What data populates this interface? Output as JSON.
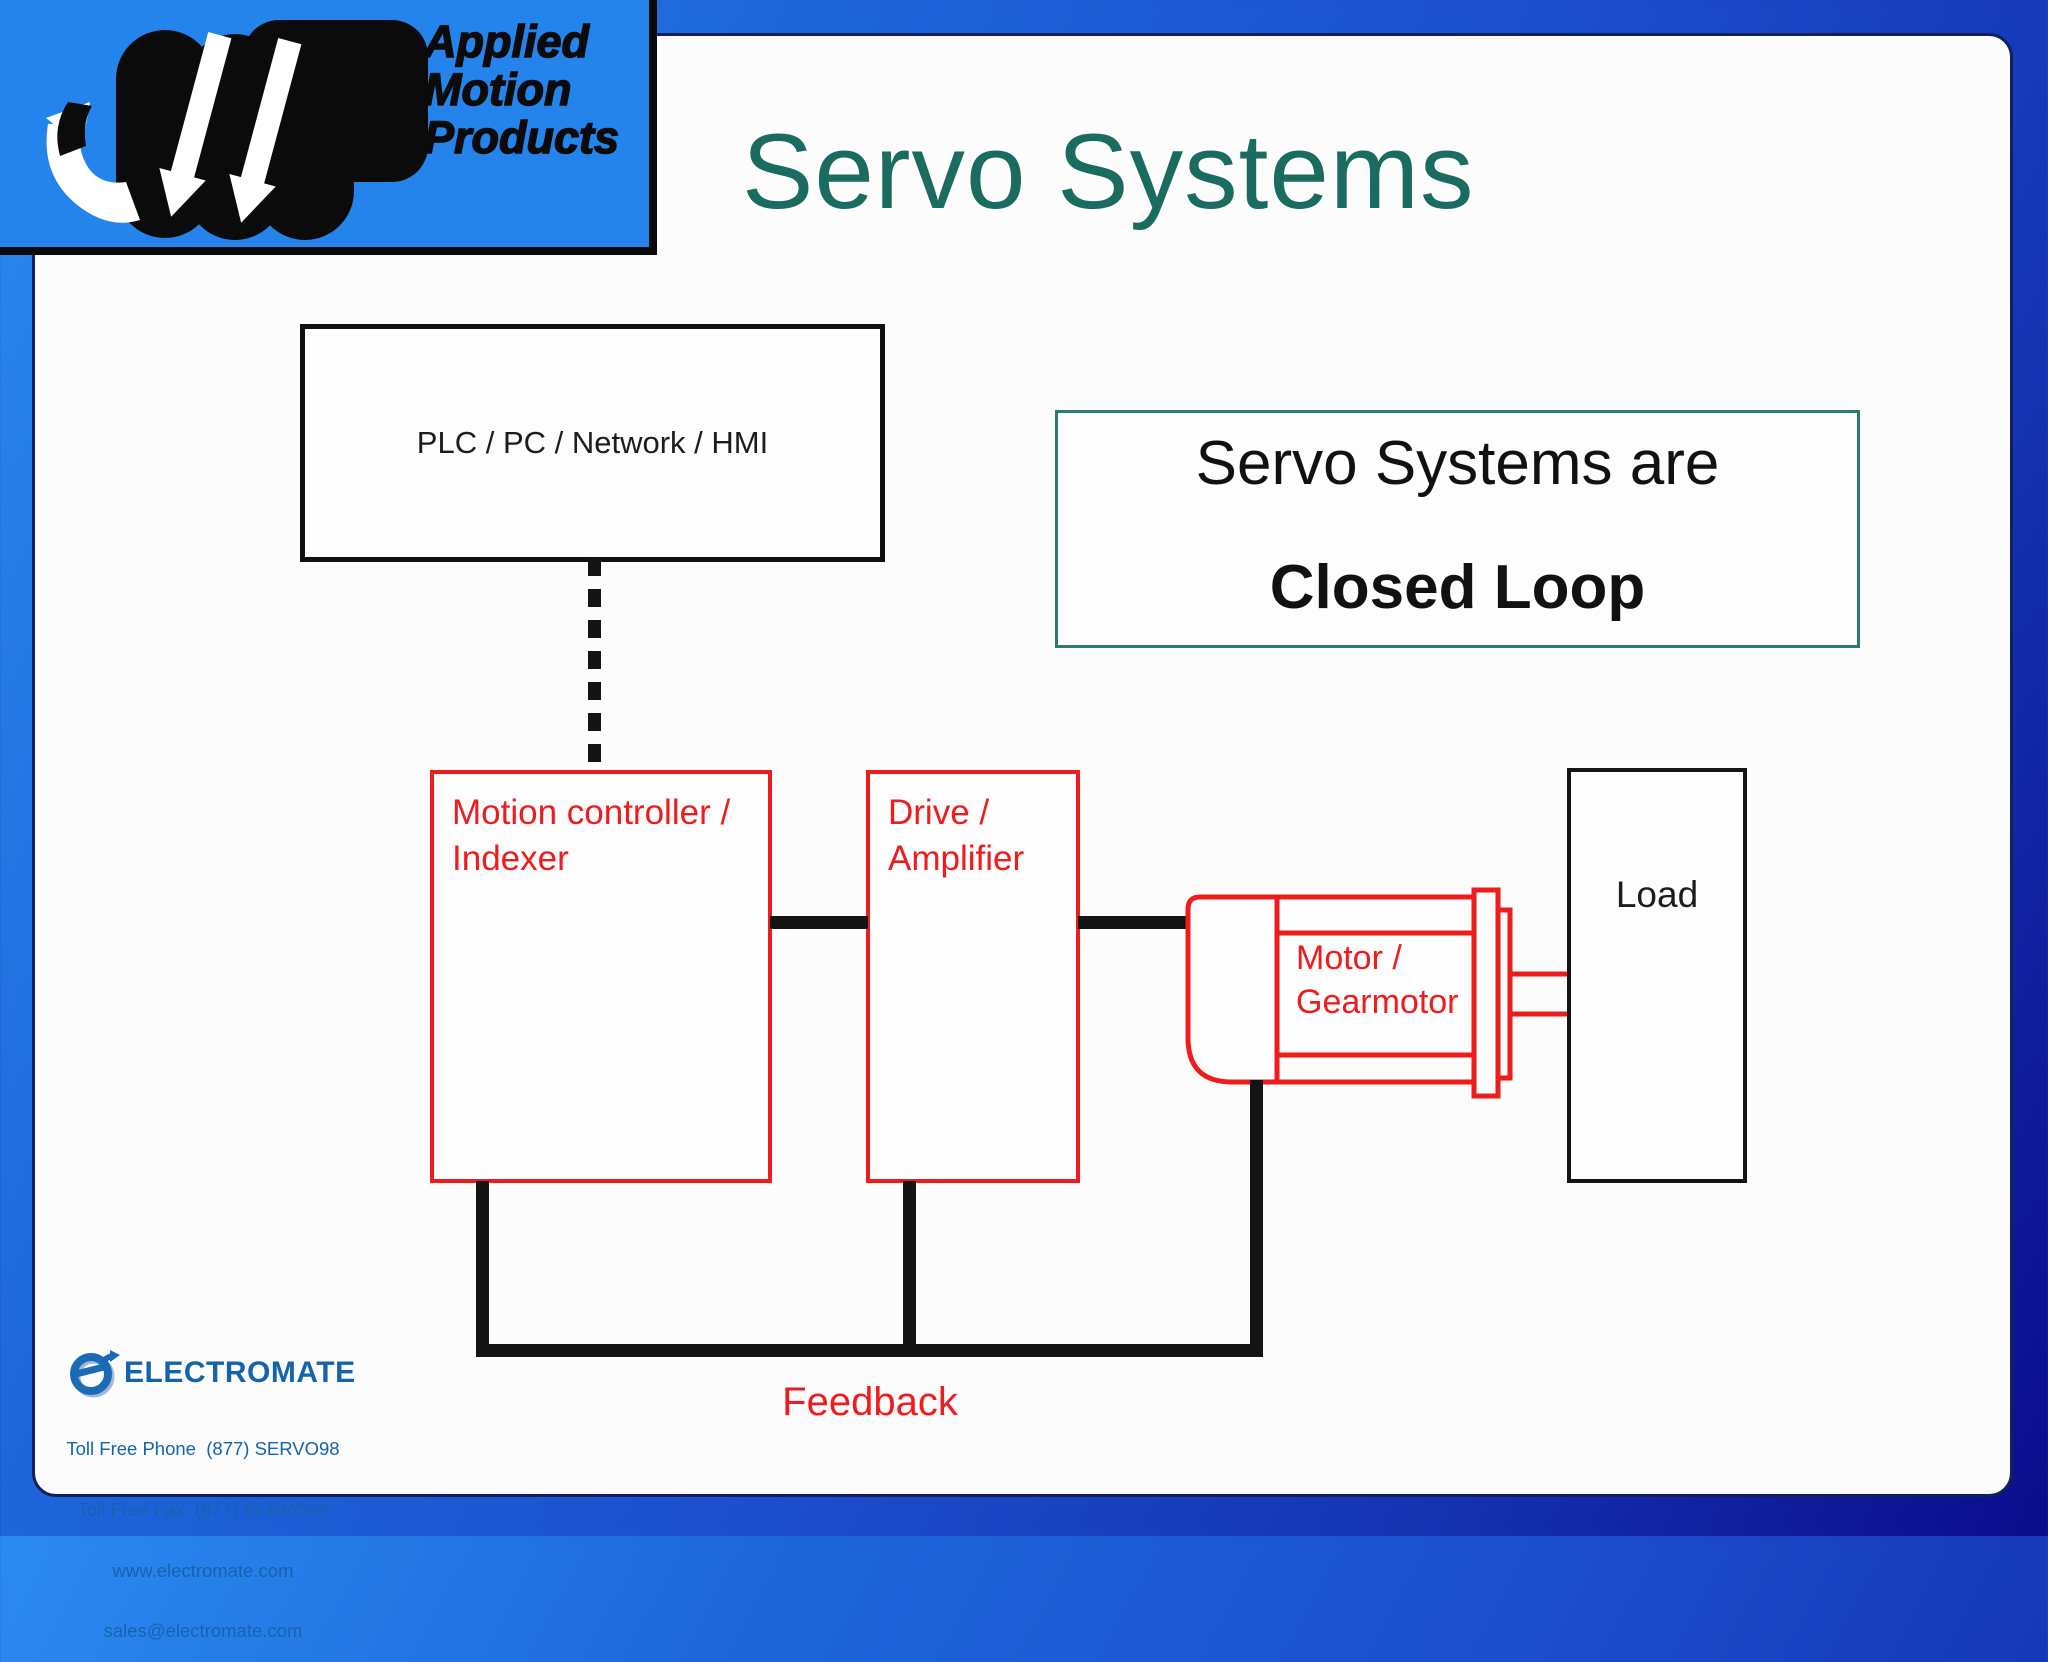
{
  "header": {
    "logo_lines": [
      "Applied",
      "Motion",
      "Products"
    ],
    "title": "Servo Systems"
  },
  "callout": {
    "line1": "Servo Systems are",
    "line2": "Closed Loop"
  },
  "diagram": {
    "plc_label": "PLC / PC / Network / HMI",
    "controller_line1": "Motion controller /",
    "controller_line2": "Indexer",
    "drive_line1": "Drive /",
    "drive_line2": "Amplifier",
    "motor_line1": "Motor /",
    "motor_line2": "Gearmotor",
    "load_label": "Load",
    "feedback_label": "Feedback"
  },
  "footer": {
    "brand": "ELECTROMATE",
    "phone": "Toll Free Phone  (877) SERVO98",
    "fax": "Toll Free Fax  (877) SERVO99",
    "web": "www.electromate.com",
    "email": "sales@electromate.com"
  },
  "colors": {
    "diagram_red": "#ee1c1c",
    "line_black": "#141414",
    "title_teal": "#1a6b60",
    "callout_border_teal": "#2d7a70",
    "footer_blue": "#1563ac",
    "logo_box_blue": "#2484ec",
    "background_top_blue": "#2b8af0",
    "background_bottom_navy": "#0b0b8c",
    "slide_border_navy": "#13205a"
  }
}
